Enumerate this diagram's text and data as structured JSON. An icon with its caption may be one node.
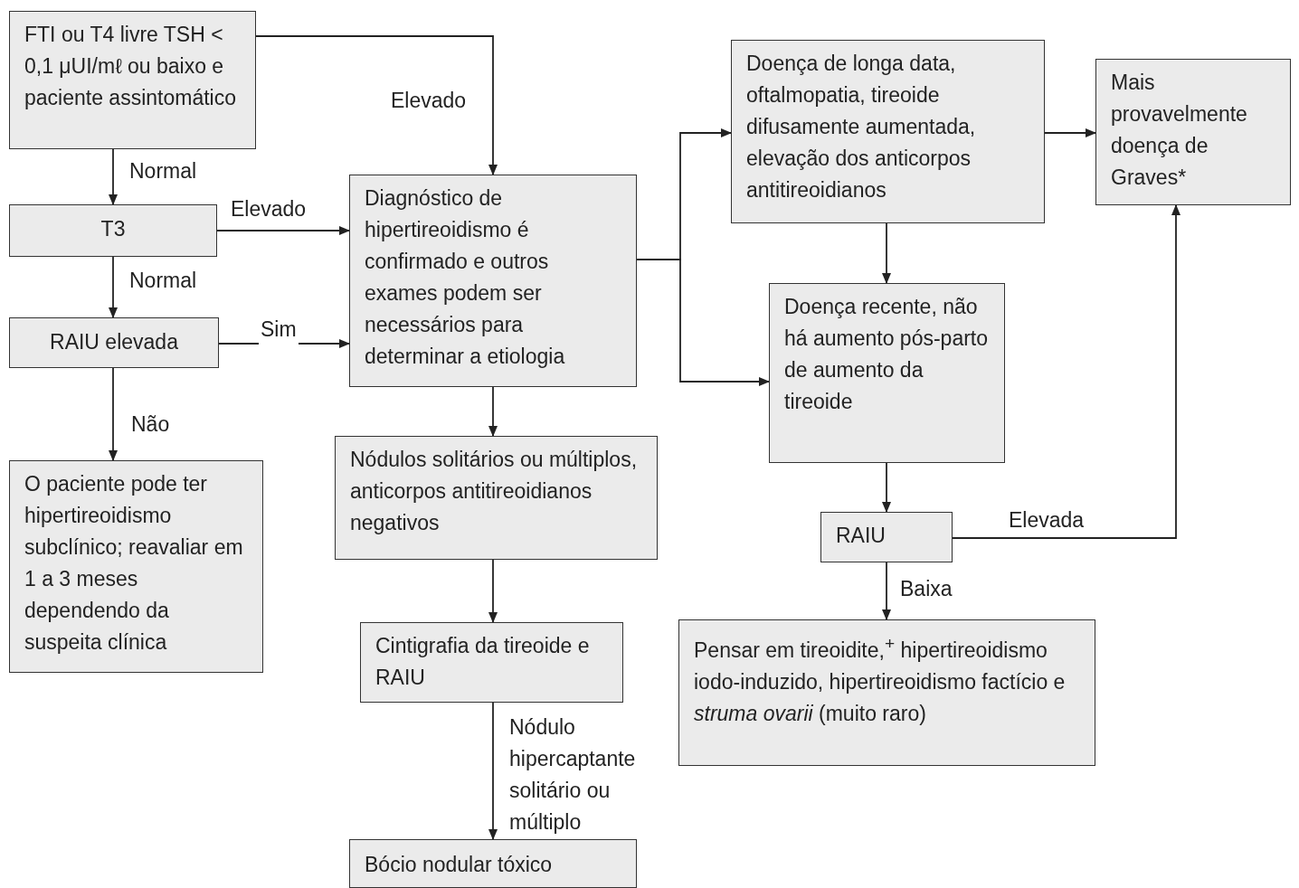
{
  "diagram": {
    "nodes": [
      {
        "text": [
          "FTI ou T4 livre TSH < 0,1 μUI/mℓ ou baixo e paciente assintomático"
        ]
      },
      {
        "text": [
          "T3"
        ]
      },
      {
        "text": [
          "RAIU elevada"
        ]
      },
      {
        "text": [
          "O paciente pode ter hipertireoidismo subclínico; reavaliar em 1 a 3 meses dependendo da suspeita clínica"
        ]
      },
      {
        "text": [
          "Diagnóstico de hipertireoidismo é confirmado e outros exames podem ser necessários para determinar a etiologia"
        ]
      },
      {
        "text": [
          "Nódulos solitários ou múltiplos, anticorpos antitireoidianos negativos"
        ]
      },
      {
        "text": [
          "Cintigrafia da tireoide e RAIU"
        ]
      },
      {
        "text": [
          "Bócio nodular tóxico"
        ]
      },
      {
        "text": [
          "Doença de longa data, oftalmopatia, tireoide difusamente aumentada, elevação dos anticorpos antitireoidianos"
        ]
      },
      {
        "text": [
          "Doença recente, não há aumento pós-parto de aumento da tireoide"
        ]
      },
      {
        "text": [
          "Mais provavelmente doença de Graves*"
        ]
      },
      {
        "text": [
          "RAIU"
        ]
      },
      {
        "text": [
          "Pensar em tireoidite,$^{+}$ hipertireoidismo iodo-induzido, hipertireoidismo factício e *struma ovarii* (muito raro)"
        ]
      }
    ],
    "edges": [
      {
        "from": 0,
        "to": 1,
        "arrow": "to",
        "label": "Normal"
      },
      {
        "from": 0,
        "to": 4,
        "arrow": "to",
        "label": "Elevado"
      },
      {
        "from": 1,
        "to": 4,
        "arrow": "to",
        "label": "Elevado"
      },
      {
        "from": 1,
        "to": 2,
        "arrow": "to",
        "label": "Normal"
      },
      {
        "from": 2,
        "to": 4,
        "arrow": "to",
        "label": "Sim"
      },
      {
        "from": 2,
        "to": 3,
        "arrow": "to",
        "label": "Não"
      },
      {
        "from": 4,
        "to": 5,
        "arrow": "to"
      },
      {
        "from": 5,
        "to": 6,
        "arrow": "to"
      },
      {
        "from": 6,
        "to": 7,
        "arrow": "to",
        "label": "Nódulo hipercaptante solitário ou múltiplo"
      },
      {
        "from": 4,
        "to": 8,
        "arrow": "to"
      },
      {
        "from": 4,
        "to": 9,
        "arrow": "to"
      },
      {
        "from": 8,
        "to": 10,
        "arrow": "to"
      },
      {
        "from": 8,
        "to": 9,
        "arrow": "to"
      },
      {
        "from": 9,
        "to": 11,
        "arrow": "to"
      },
      {
        "from": 11,
        "to": 10,
        "arrow": "to",
        "label": "Elevada"
      },
      {
        "from": 11,
        "to": 12,
        "arrow": "to",
        "label": "Baixa"
      }
    ]
  }
}
